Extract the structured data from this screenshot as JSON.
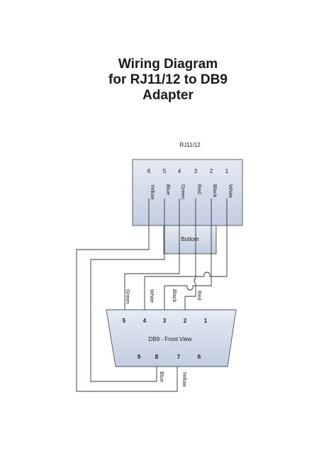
{
  "title": {
    "line1": "Wiring Diagram",
    "line2": "for RJ11/12 to DB9",
    "line3": "Adapter"
  },
  "rj": {
    "label": "RJ11/12",
    "bottom_label": "Bottom",
    "pins": [
      {
        "num": "6",
        "color": "Yellow"
      },
      {
        "num": "5",
        "color": "Blue"
      },
      {
        "num": "4",
        "color": "Green"
      },
      {
        "num": "3",
        "color": "Red"
      },
      {
        "num": "2",
        "color": "Black"
      },
      {
        "num": "1",
        "color": "White"
      }
    ]
  },
  "db9": {
    "label": "DB9 - Front View",
    "top_pins": [
      "5",
      "4",
      "3",
      "2",
      "1"
    ],
    "bottom_pins": [
      "9",
      "8",
      "7",
      "6"
    ],
    "wire_labels_top": [
      "Green",
      "White",
      "Black",
      "Red"
    ],
    "wire_labels_bottom": [
      "Blue",
      "Yellow"
    ]
  },
  "colors": {
    "box_fill_top": "#e4eaf3",
    "box_fill_bottom": "#c3cfe0",
    "box_stroke": "#4a5360"
  }
}
